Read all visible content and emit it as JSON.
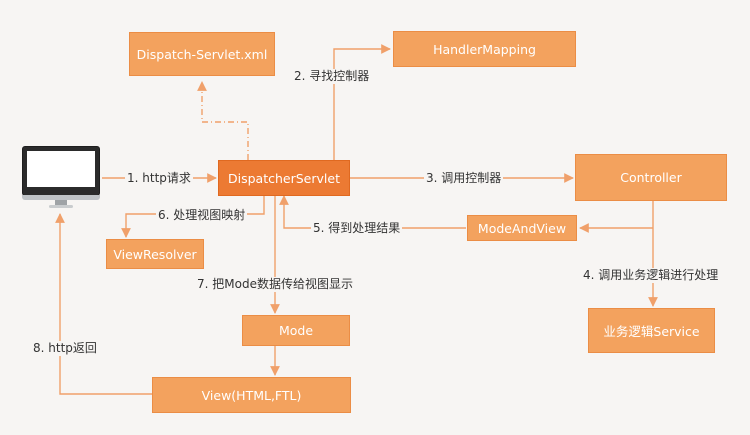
{
  "nodes": {
    "dispatch_xml": "Dispatch-Servlet.xml",
    "handler_mapping": "HandlerMapping",
    "dispatcher_servlet": "DispatcherServlet",
    "controller": "Controller",
    "mode_and_view": "ModeAndView",
    "view_resolver": "ViewResolver",
    "service": "业务逻辑Service",
    "mode": "Mode",
    "view": "View(HTML,FTL)"
  },
  "edges": {
    "step1": "1. http请求",
    "step2": "2. 寻找控制器",
    "step3": "3. 调用控制器",
    "step4": "4. 调用业务逻辑进行处理",
    "step5": "5. 得到处理结果",
    "step6": "6. 处理视图映射",
    "step7": "7. 把Mode数据传给视图显示",
    "step8": "8. http返回"
  },
  "icons": {
    "client": "desktop-monitor-icon"
  },
  "colors": {
    "node": "#f3a25e",
    "node_highlight": "#ec7a33",
    "edge": "#f0a06a",
    "background": "#f7f5f3"
  }
}
